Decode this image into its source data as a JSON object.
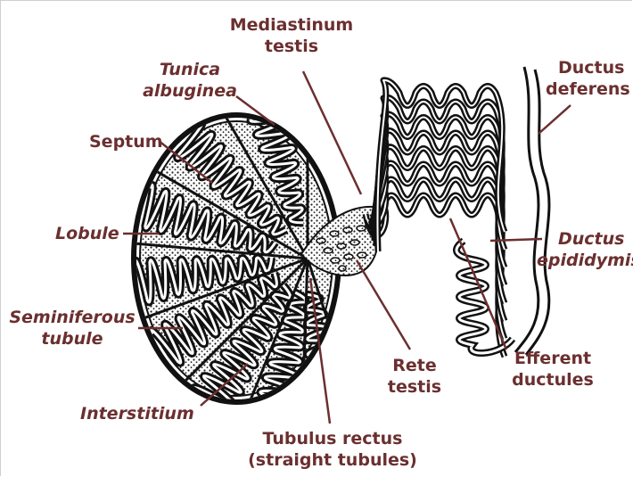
{
  "labels": {
    "mediastinum": [
      "Mediastinum",
      "testis"
    ],
    "tunica": [
      "Tunica",
      "albuginea"
    ],
    "septum": "Septum",
    "lobule": "Lobule",
    "seminiferous": [
      "Seminiferous",
      "tubule"
    ],
    "interstitium": "Interstitium",
    "tubulus": [
      "Tubulus rectus",
      "(straight tubules)"
    ],
    "rete": [
      "Rete",
      "testis"
    ],
    "efferent": [
      "Efferent",
      "ductules"
    ],
    "ductus_epididymis": [
      "Ductus",
      "epididymis"
    ],
    "ductus_deferens": [
      "Ductus",
      "deferens"
    ]
  },
  "colors": {
    "label_text": "#6b2f2f",
    "leader_line": "#6b2f2f",
    "drawing": "#111111",
    "background": "#ffffff"
  }
}
